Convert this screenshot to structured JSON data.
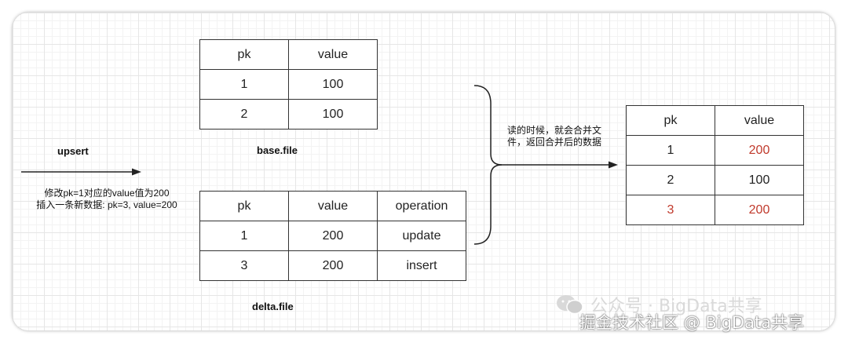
{
  "base_table": {
    "caption": "base.file",
    "headers": [
      "pk",
      "value"
    ],
    "rows": [
      [
        "1",
        "100"
      ],
      [
        "2",
        "100"
      ]
    ]
  },
  "delta_table": {
    "caption": "delta.file",
    "headers": [
      "pk",
      "value",
      "operation"
    ],
    "rows": [
      [
        "1",
        "200",
        "update"
      ],
      [
        "3",
        "200",
        "insert"
      ]
    ]
  },
  "upsert": {
    "label": "upsert",
    "line1": "修改pk=1对应的value值为200",
    "line2": "插入一条新数据: pk=3, value=200"
  },
  "merge_note": {
    "line1": "读的时候，就会合并文",
    "line2": "件，返回合并后的数据"
  },
  "result_table": {
    "headers": [
      "pk",
      "value"
    ],
    "rows": [
      [
        "1",
        "200"
      ],
      [
        "2",
        "100"
      ],
      [
        "3",
        "200"
      ]
    ],
    "highlight_color": "#c0392b"
  },
  "watermark": {
    "line1": "公众号 · BigData共享",
    "line2": "掘金技术社区 @ BigData共享"
  }
}
